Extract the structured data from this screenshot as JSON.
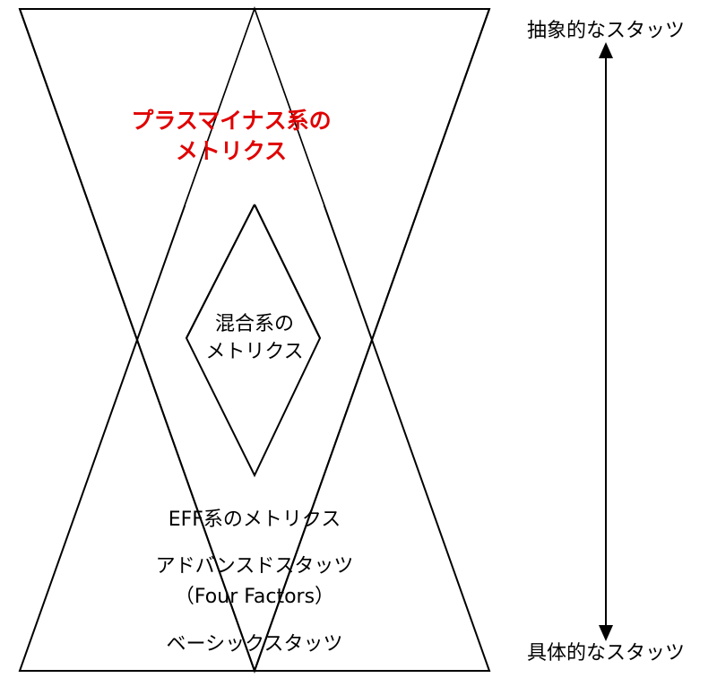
{
  "top_region": {
    "line1": "プラスマイナス系の",
    "line2": "メトリクス",
    "color": "#e00000"
  },
  "middle_region": {
    "line1": "混合系の",
    "line2": "メトリクス"
  },
  "bottom_region": {
    "item1": "EFF系のメトリクス",
    "item2_line1": "アドバンスドスタッツ",
    "item2_line2": "（Four Factors）",
    "item3": "ベーシックスタッツ"
  },
  "axis": {
    "top_label": "抽象的なスタッツ",
    "bottom_label": "具体的なスタッツ"
  }
}
